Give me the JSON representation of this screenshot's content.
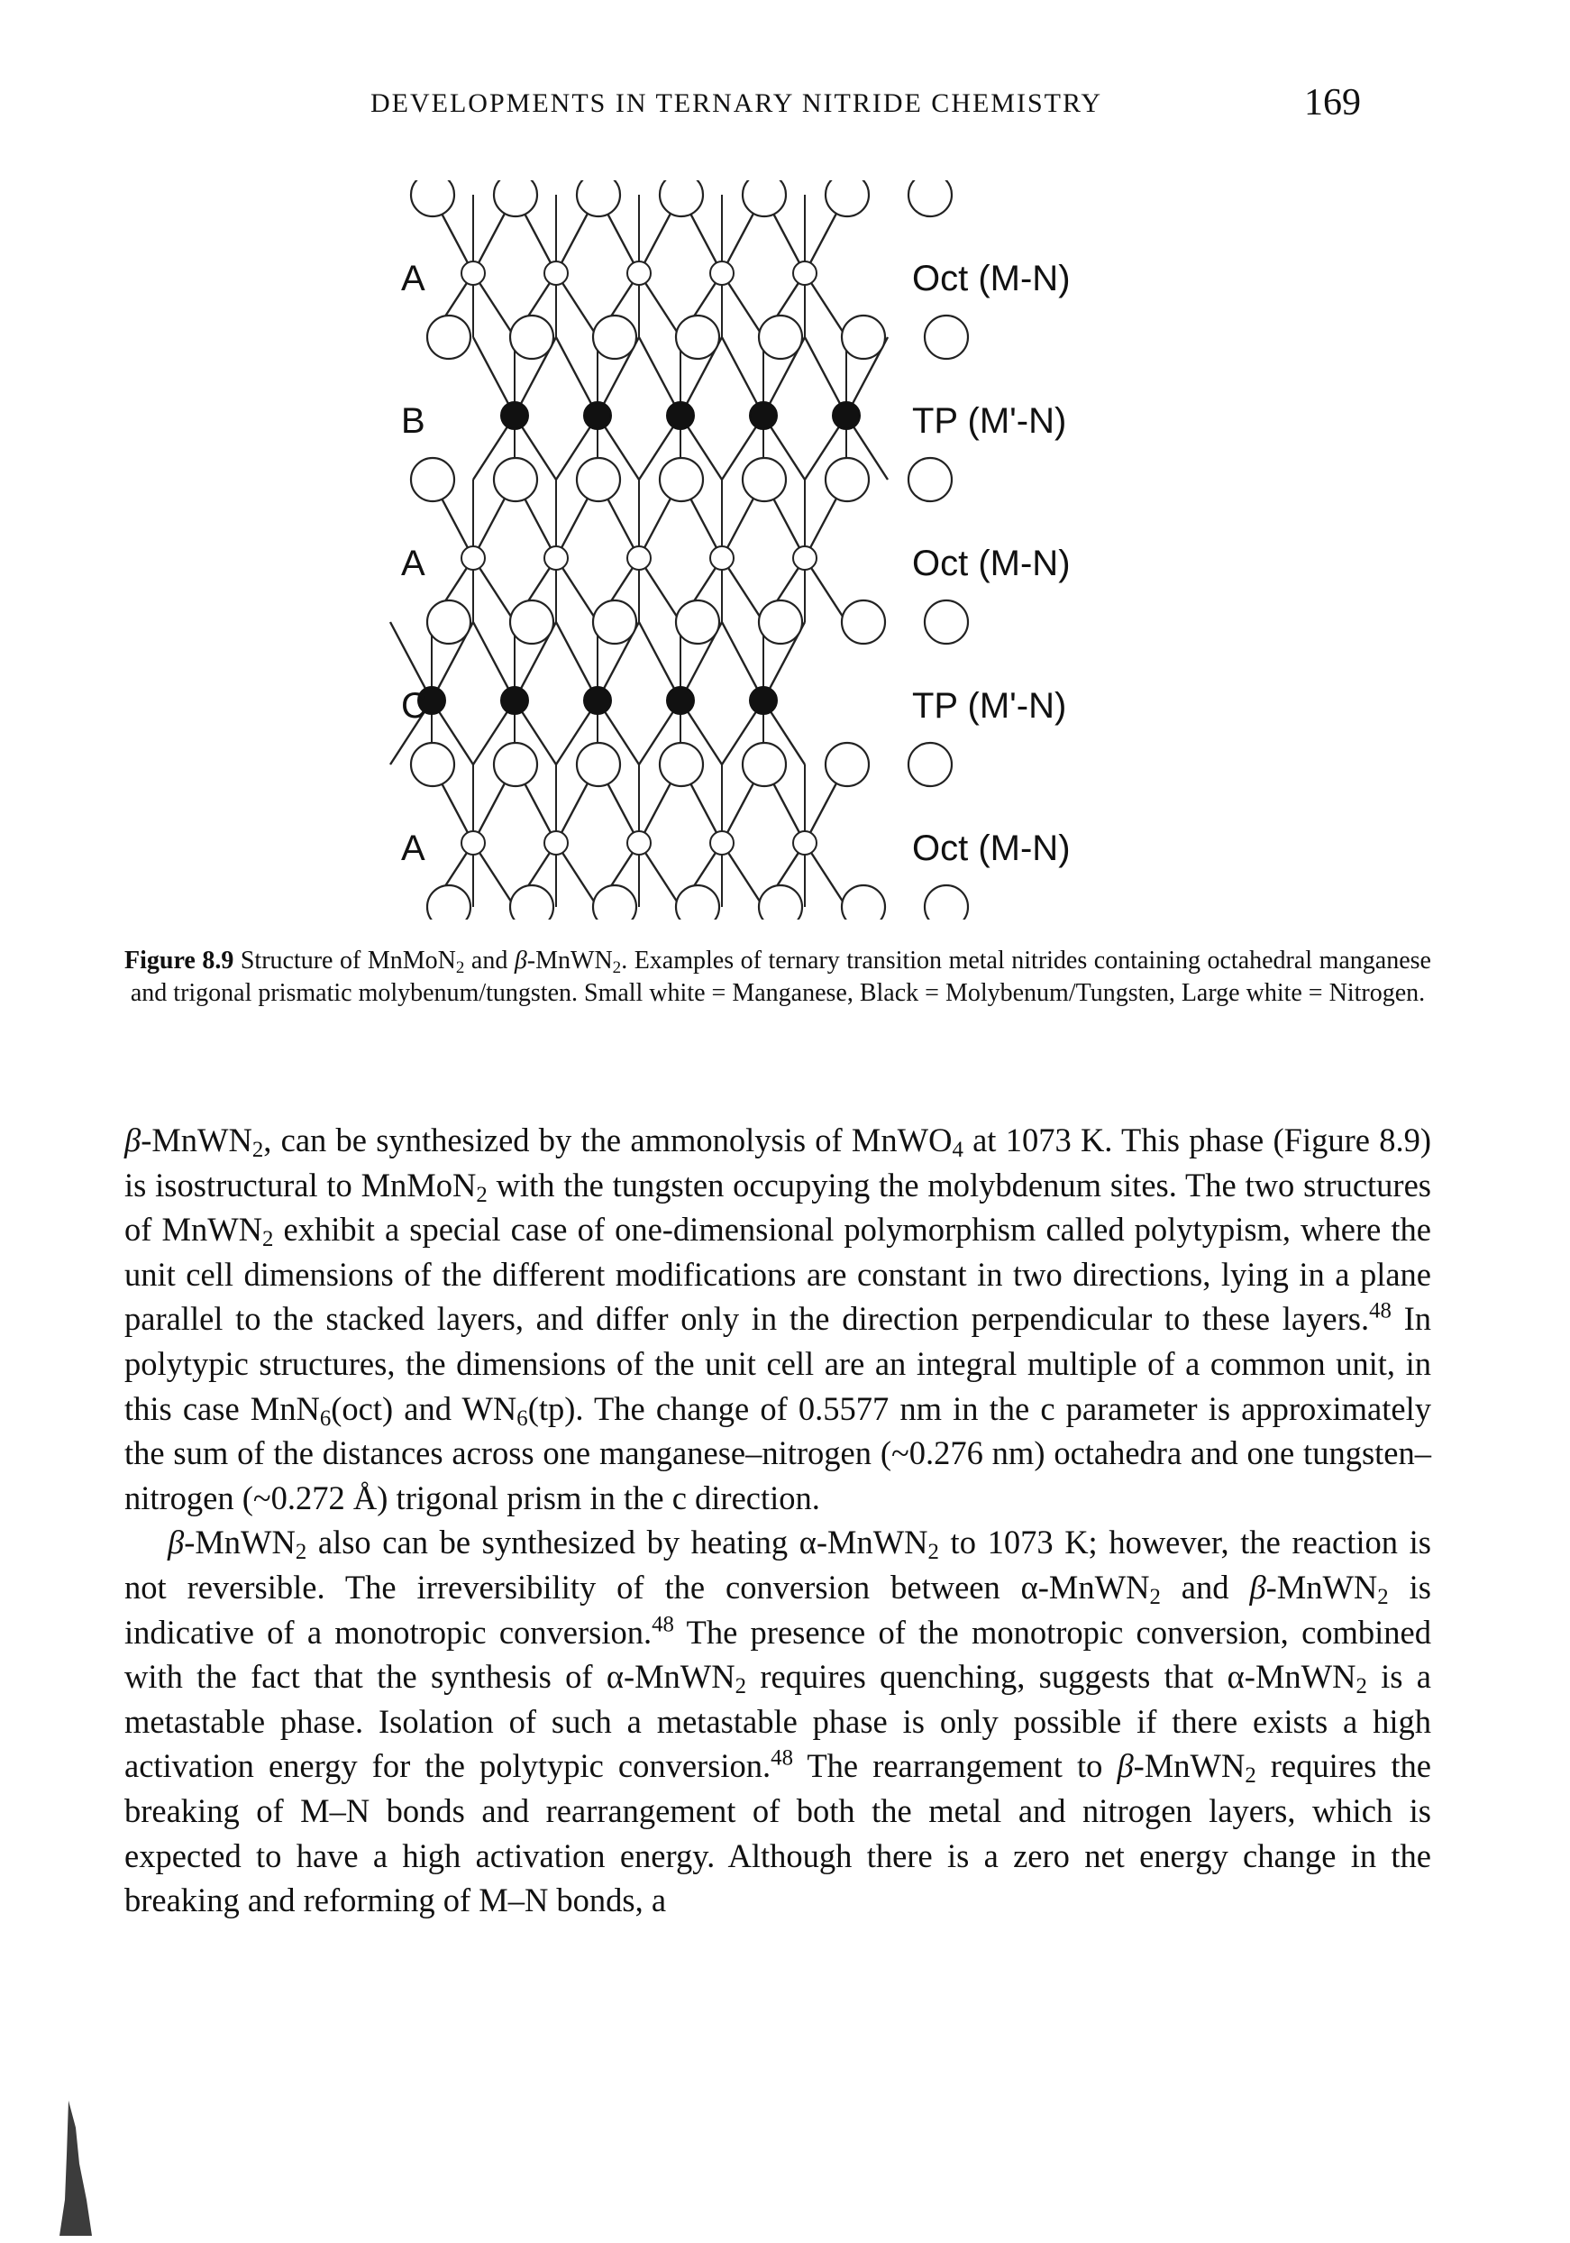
{
  "header": {
    "running_title": "DEVELOPMENTS IN TERNARY NITRIDE CHEMISTRY",
    "page_number": "169"
  },
  "figure": {
    "layer_letters": [
      "A",
      "B",
      "A",
      "C",
      "A"
    ],
    "layer_types": [
      "Oct (M-N)",
      "TP (M'-N)",
      "Oct (M-N)",
      "TP (M'-N)",
      "Oct (M-N)"
    ],
    "atom_colors": {
      "nitrogen": "#ffffff",
      "manganese": "#ffffff",
      "molybdenum_tungsten": "#111111"
    },
    "caption": {
      "label": "Figure 8.9",
      "p1": " Structure of MnMoN",
      "s1": "2",
      "p2": " and ",
      "beta": "β",
      "p3": "-MnWN",
      "s2": "2",
      "p4": ". Examples of ternary transition metal nitrides containing octahedral manganese and trigonal prismatic molybenum/tungsten. Small white = Manganese, Black = Molybenum/Tungsten, Large white = Nitrogen."
    }
  },
  "body": {
    "para1": {
      "t1": "β",
      "t2": "-MnWN",
      "s1": "2",
      "t3": ", can be synthesized by the ammonolysis of MnWO",
      "s2": "4",
      "t4": " at 1073 K. This phase (Figure 8.9) is isostructural to MnMoN",
      "s3": "2",
      "t5": " with the tungsten occupying the molybdenum sites. The two structures of MnWN",
      "s4": "2",
      "t6": " exhibit a special case of one-dimensional polymorphism called polytypism, where the unit cell dimensions of the different modifications are constant in two directions, lying in a plane parallel to the stacked layers, and differ only in the direction perpendicular to these layers.",
      "r1": "48",
      "t7": " In polytypic structures, the dimensions of the unit cell are an integral multiple of a common unit, in this case MnN",
      "s5": "6",
      "t8": "(oct) and WN",
      "s6": "6",
      "t9": "(tp). The change of 0.5577 nm in the c parameter is approximately the sum of the distances across one manganese–nitrogen (~0.276 nm) octahedra and one tungsten–nitrogen (~0.272 Å) trigonal prism in the c direction."
    },
    "para2": {
      "t1": "β",
      "t2": "-MnWN",
      "s1": "2",
      "t3": " also can be synthesized by heating α-MnWN",
      "s2": "2",
      "t4": " to 1073 K; however, the reaction is not reversible. The irreversibility of the conversion between α-MnWN",
      "s3": "2",
      "t5": " and ",
      "t6": "β",
      "t7": "-MnWN",
      "s4": "2",
      "t8": " is indicative of a monotropic conversion.",
      "r1": "48",
      "t9": " The presence of the monotropic conversion, combined with the fact that the synthesis of α-MnWN",
      "s5": "2",
      "t10": " requires quenching, suggests that α-MnWN",
      "s6": "2",
      "t11": " is a metastable phase. Isolation of such a metastable phase is only possible if there exists a high activation energy for the polytypic conversion.",
      "r2": "48",
      "t12": " The rearrangement to ",
      "t13": "β",
      "t14": "-MnWN",
      "s7": "2",
      "t15": " requires the breaking of M–N bonds and rearrangement of both the metal and nitrogen layers, which is expected to have a high activation energy. Although there is a zero net energy change in the breaking and reforming of M–N bonds, a"
    }
  }
}
